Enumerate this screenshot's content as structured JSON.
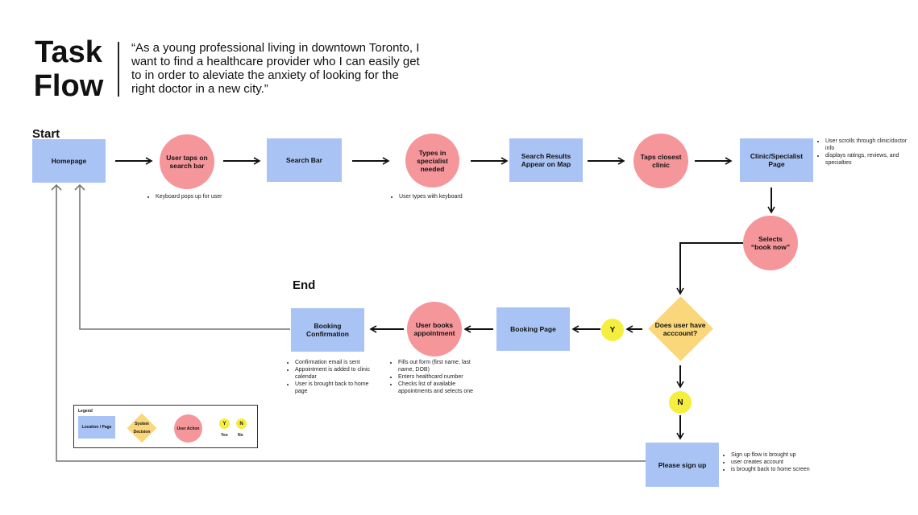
{
  "header": {
    "title_line1": "Task",
    "title_line2": "Flow",
    "quote": "“As a young professional living in downtown Toronto, I want to find a healthcare provider who I can easily get to in order to aleviate the anxiety of looking for the right doctor in a new city.”"
  },
  "labels": {
    "start": "Start",
    "end": "End"
  },
  "nodes": {
    "homepage": "Homepage",
    "taps_search": "User taps on search bar",
    "search_bar": "Search Bar",
    "types_specialist": "Types in specialist needed",
    "search_results": "Search Results Appear on Map",
    "taps_clinic": "Taps closest clinic",
    "clinic_page": "Clinic/Specialist Page",
    "selects_book": "Selects “book now”",
    "has_account": "Does user have acccount?",
    "yes": "Y",
    "no": "N",
    "booking_page": "Booking Page",
    "books_appt": "User books appointment",
    "booking_conf": "Booking Confirmation",
    "sign_up": "Please sign up"
  },
  "notes": {
    "taps_search": [
      "Keyboard pops up for user"
    ],
    "types_specialist": [
      "User types with keyboard"
    ],
    "clinic_page": [
      "User scrolls through clinic/doctor info",
      "displays ratings, reviews, and specialties"
    ],
    "booking_conf": [
      "Confirmation email is sent",
      "Appointment is added to clinic calendar",
      "User is brought back to home page"
    ],
    "books_appt": [
      "Fills out form (first name, last name, DOB)",
      "Enters healthcard number",
      "Checks list of available appointments and selects one"
    ],
    "sign_up": [
      "Sign up flow is brought up",
      "user creates account",
      "is brought back to home screen"
    ]
  },
  "legend": {
    "title": "Legend",
    "location": "Location / Page",
    "decision": "System Decision",
    "action": "User Action",
    "yes_symbol": "Y",
    "no_symbol": "N",
    "yes_label": "Yes",
    "no_label": "No"
  },
  "colors": {
    "page": "#a9c3f4",
    "action": "#f5969b",
    "decision": "#fbd77b",
    "yes_no": "#f6ee3e"
  }
}
